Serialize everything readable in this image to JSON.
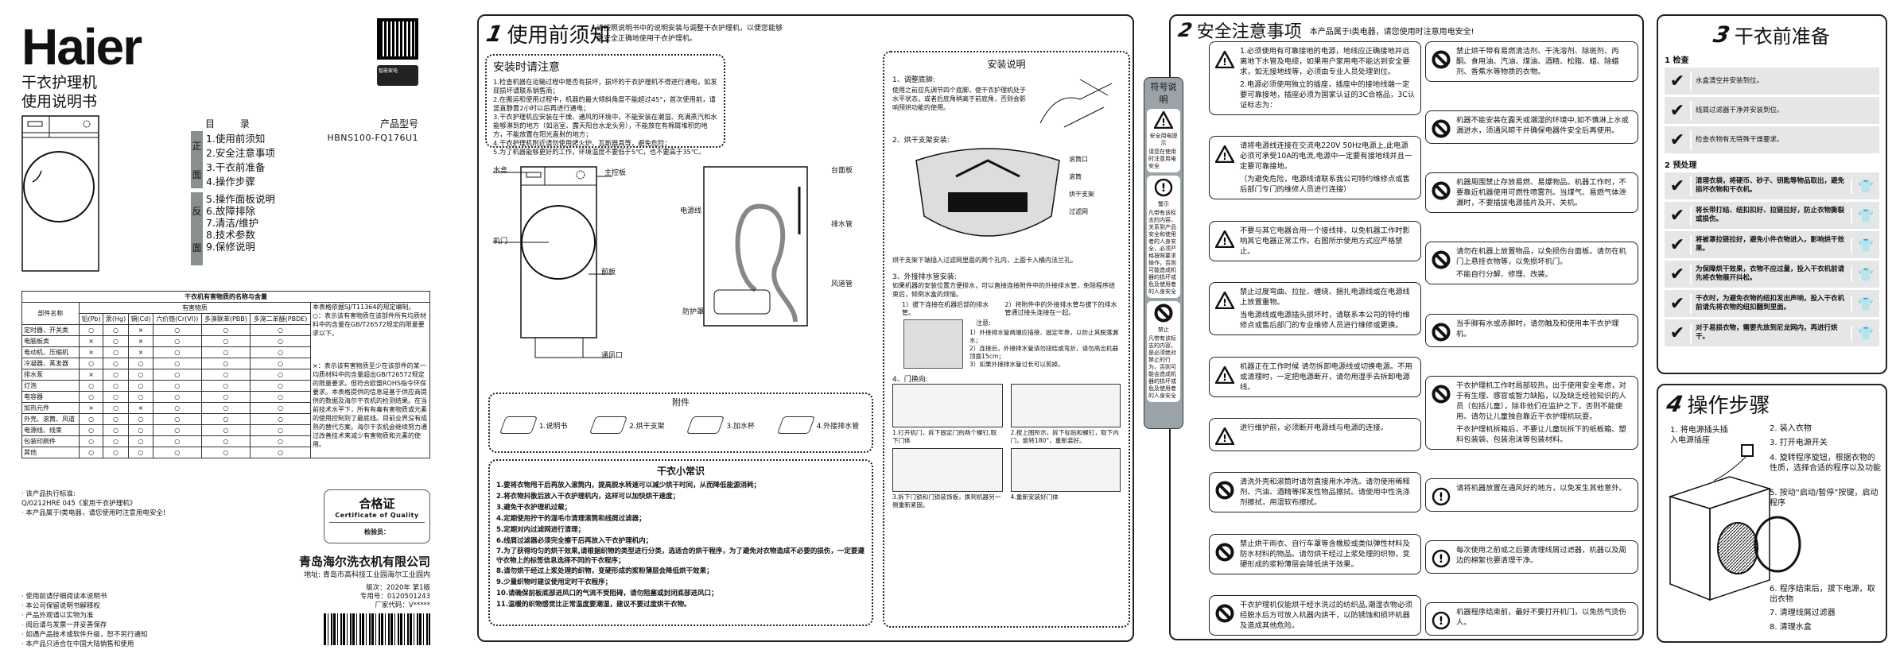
{
  "cover": {
    "logo": "Haier",
    "subtitle_1": "干衣护理机",
    "subtitle_2": "使用说明书",
    "qr_label": "智能家电",
    "toc_title": "目 录",
    "side_front": [
      "正",
      "面"
    ],
    "side_back": [
      "反",
      "面"
    ],
    "toc_items": [
      "1.使用前须知",
      "2.安全注意事项",
      "3.干衣前准备",
      "4.操作步骤",
      "5.操作面板说明",
      "6.故障排除",
      "7.清洁/维护",
      "8.技术参数",
      "9.保修说明"
    ],
    "model_label": "产品型号",
    "model": "HBNS100-FQ176U1"
  },
  "hazard_table": {
    "title": "干衣机有害物质的名称与含量",
    "part_header": "部件名称",
    "substance_header": "有害物质",
    "columns": [
      "铅(Pb)",
      "汞(Hg)",
      "镉(Cd)",
      "六价铬(Cr(VI))",
      "多溴联苯(PBB)",
      "多溴二苯醚(PBDE)"
    ],
    "rows": [
      {
        "part": "定时器、开关类",
        "v": [
          "○",
          "○",
          "×",
          "○",
          "○",
          "○"
        ]
      },
      {
        "part": "电脑板类",
        "v": [
          "×",
          "○",
          "×",
          "○",
          "○",
          "○"
        ]
      },
      {
        "part": "电动机、压缩机",
        "v": [
          "×",
          "○",
          "×",
          "○",
          "○",
          "○"
        ]
      },
      {
        "part": "冷凝器、蒸发器",
        "v": [
          "○",
          "○",
          "○",
          "○",
          "○",
          "○"
        ]
      },
      {
        "part": "排水泵",
        "v": [
          "×",
          "○",
          "○",
          "○",
          "○",
          "○"
        ]
      },
      {
        "part": "灯泡",
        "v": [
          "○",
          "○",
          "○",
          "○",
          "○",
          "○"
        ]
      },
      {
        "part": "电容器",
        "v": [
          "○",
          "○",
          "○",
          "○",
          "○",
          "○"
        ]
      },
      {
        "part": "加热元件",
        "v": [
          "×",
          "○",
          "×",
          "○",
          "○",
          "○"
        ]
      },
      {
        "part": "外壳、滚筒、风道",
        "v": [
          "○",
          "○",
          "○",
          "○",
          "○",
          "○"
        ]
      },
      {
        "part": "电源线、线束",
        "v": [
          "○",
          "○",
          "○",
          "○",
          "○",
          "○"
        ]
      },
      {
        "part": "包装印刷件",
        "v": [
          "○",
          "○",
          "○",
          "○",
          "○",
          "○"
        ]
      },
      {
        "part": "其他",
        "v": [
          "○",
          "○",
          "○",
          "○",
          "○",
          "○"
        ]
      }
    ],
    "note_1": "本表格依据SJ/T11364的规定编制。",
    "note_2": "○：表示该有害物质在该部件所有均质材料中的含量在GB/T26572规定的限量要求以下。",
    "note_3": "×：表示该有害物质至少在该部件的某一均质材料中的含量超出GB/T26572规定的限量要求。但符合欧盟ROHS指令环保要求。本表格提供的信息是基于供应商提供的数据及海尔干衣机的检测结果。在当前技术水平下，所有有毒有害物质或元素的使用控制到了最底线。目前业界没有成熟的替代方案。海尔干衣机会继续努力通过改善技术来减少有害物质和元素的使用。"
  },
  "cover_notes": {
    "standard_1": "· 该产品执行标准:",
    "standard_2": "Q/0212HRE 045《家用干衣护理机》",
    "class": "· 本产品属于I类电器，请您使用时注意用电安全!",
    "list": [
      "· 使用前请仔细阅读本说明书",
      "· 本公司保留说明书解释权",
      "· 产品外观请以实物为准",
      "· 阅后请与发票一并妥善保存",
      "· 如遇产品技术或软件升级，恕不另行通知",
      "· 本产品只适合在中国大陆销售和使用"
    ]
  },
  "certificate": {
    "title": "合格证",
    "subtitle": "Certificate of Quality",
    "inspector": "检验员："
  },
  "company": {
    "name": "青岛海尔洗衣机有限公司",
    "address": "地址: 青岛市高科技工业园海尔工业园内",
    "edition": "版次：2020年 第1版",
    "code": "专用号：0120501243",
    "factory": "厂家代码：V*****"
  },
  "section1": {
    "num": "1",
    "title": "使用前须知",
    "desc": "请按照说明书中的说明安装与调整干衣护理机，以便您能够更安全正确地使用干衣护理机。",
    "install_note_title": "安装时请注意",
    "install_notes": [
      "1.检查机器在运输过程中是否有损坏，损坏的干衣护理机不得进行通电，如发现损坏请联系销售商；",
      "2.在搬运和使用过程中，机器的最大倾斜角度不能超过45°，首次使用前，请竖直静置2小时以后再进行通电；",
      "3.干衣护理机应安装在干燥、通风的环境中，不能安装在潮湿、充满蒸汽和水能够淋到的地方（如浴室、露天阳台水龙头旁），不能放在有棉屑堆积的地方，不能放置在阳光直射的地方；",
      "4.干衣护理机附近请勿使用烤火炉、瓦斯器具等，避免危险；",
      "5.为了机器能够更好的工作，环境温度不要低于5℃，也不要高于35℃。"
    ],
    "front_labels": {
      "water_box": "水盒",
      "control": "主控板",
      "door": "机门",
      "front_panel": "前板",
      "vent": "通风口"
    },
    "back_labels": {
      "top": "台面板",
      "cord": "电源线",
      "drain": "排水管",
      "duct": "风道管",
      "guard": "防护罩"
    },
    "accessories_title": "附件",
    "accessories": [
      "1.说明书",
      "2.烘干支架",
      "3.加水杯",
      "4.外接排水管"
    ],
    "tips_title": "干衣小常识",
    "tips": [
      "1.要将衣物甩干后再放入滚筒内，提高脱水转速可以减少烘干时间，从而降低能源消耗；",
      "2.将衣物抖散后放入干衣护理机内，这样可以加快烘干速度；",
      "3.避免干衣护理机过载；",
      "4.定期使用拧干的湿毛巾清理滚筒和线屑过滤器；",
      "5.定期对内过滤网进行清理；",
      "6.线屑过滤器必须完全擦干后再放入干衣护理机内；",
      "7.为了获得均匀的烘干效果,请根据织物的类型进行分类，选适合的烘干程序，为了避免对衣物造成不必要的损伤，一定要遵守衣物上的标签信息选择不同的干衣程序；",
      "8.请勿烘干经过上浆处理的织物，变硬形成的浆粉薄层会降低烘干效果；",
      "9.少量织物时建议使用定时干衣程序；",
      "10.请确保前板底部进风口的气流不受阻碍，请勿阻塞或封闭底部进风口；",
      "11.温暖的织物感觉比正常温度要潮湿，建议不要过度烘干衣物。"
    ],
    "install_title": "安装说明",
    "step1_title": "1、调整底脚:",
    "step1_text": "使用之前应先调节四个底脚，使干衣护理机处于水平状态，或者后底角稍高于前底角，否则会影响预烘功能的使用。",
    "step2_title": "2、烘干支架安装:",
    "rack_labels": [
      "滚筒口",
      "滚筒",
      "烘干支架",
      "过滤网"
    ],
    "step2_text": "烘干支架下端插入过滤网里面的两个孔内，上面卡入桶内法兰孔。",
    "step3_title": "3、外接排水管安装:",
    "step3_text": "如果机器的安装位置方便排水，可以直接连接附件中的外接排水管，免除程序结束后，倾倒水盒的烦恼。",
    "step3_a": "1）拔下连接在机器后部的排水管。",
    "step3_b": "2）将附件中的外接排水管与拔下的排水管通过接头连接在一起。",
    "step3_note_title": "注意:",
    "step3_notes": [
      "1）外接排水管两端应插接、固定牢靠，以防止其脱落漏水；",
      "2）连接后，外接排水管请勿扭结或弯折，请勿高出机器顶面15cm；",
      "3）如果外接排水管过长可以剪掉。"
    ],
    "step4_title": "4、门换向:",
    "step4_items": [
      "1.打开机门，拆下固定门的两个螺钉,取下门体",
      "2.按上图所示，拆下标贴和螺钉，取下内门，旋转180°，重新装好。",
      "3.拆下门锁和门锁装饰板，换到机器另一侧重新紧固。",
      "4.重新安装好门体"
    ]
  },
  "section2": {
    "num": "2",
    "title": "安全注意事项",
    "desc": "本产品属于I类电器，请您使用时注意用电安全!",
    "legend_title": "符号说明",
    "legend": [
      {
        "icon": "warning",
        "name": "安全用电提示",
        "text": "请您在使用时注意用电安全"
      },
      {
        "icon": "caution",
        "name": "警示",
        "text": "凡带有该标志的内容，关系到产品安全和使用者的人身安全，必须严格按照要求操作，否则可能造成机器的损坏或危及使用者的人身安全"
      },
      {
        "icon": "prohibit",
        "name": "禁止",
        "text": "凡带有该标志的内容，是必须绝对禁止的行为，否则可能会造成机器的损坏或危及使用者的人身安全"
      }
    ],
    "left_cards": [
      {
        "icon": "warning",
        "text": [
          "1.必须使用有可靠接地的电源，地线应正确接地并远离地下水管及电缆，如果用户家用电不能达到安全要求，如无接地线等，必须由专业人员处理到位。",
          "2.电源必须使用独立的插座，插座中的接地线端一定要可靠接地，插座必须为国家认证的3C合格品，3C认证标志为："
        ]
      },
      {
        "icon": "warning",
        "text": [
          "请将电源线连接在交流电220V 50Hz电源上,此电源必须可承受10A的电流,电源中一定要有接地线并且一定要可靠接地。",
          "（为避免危险，电源线请联系我公司特约维修点或售后部门专门的维修人员进行连接）"
        ]
      },
      {
        "icon": "warning",
        "text": [
          "不要与其它电器合用一个接线排，以免机器工作时影响其它电器正常工作。右图所示使用方式应严格禁止。"
        ]
      },
      {
        "icon": "warning",
        "text": [
          "禁止过度弯曲、拉扯、缠绕、捆扎电源线或在电源线上放置重物。",
          "当电源线或电源插头损坏时，请联系本公司的特约维修点或售后部门的专业维修人员进行维修或更换。"
        ]
      },
      {
        "icon": "warning",
        "text": [
          "机器正在工作时候 请勿拆卸电源线或切换电源。不用或清理时，一定把电源断开，请勿用湿手去拆卸电源线。"
        ]
      },
      {
        "icon": "warning",
        "text": [
          "进行维护前，必须断开电源线与电源的连接。"
        ]
      },
      {
        "icon": "prohibit",
        "text": [
          "清洗外壳和滚筒时请勿直接用水冲洗。请勿使用稀释剂、汽油、酒精等挥发性物品擦拭。请使用中性洗涤剂擦拭，用湿软布擦拭。"
        ]
      },
      {
        "icon": "prohibit",
        "text": [
          "禁止烘干雨衣、自行车罩等含橡胶或类似弹性材料及防水材料的物品。请勿烘干经过上浆处理的织物，变硬形成的浆粉薄层会降低烘干效果。"
        ]
      },
      {
        "icon": "prohibit",
        "text": [
          "干衣护理机仅能烘干经水洗过的纺织品,潮湿衣物必须经脱水后方可放入机器内烘干，以防锈蚀和损坏机器及造成其他危险。"
        ]
      }
    ],
    "right_cards": [
      {
        "icon": "prohibit",
        "text": [
          "禁止烘干带有易燃清洁剂、干洗溶剂、除斑剂、丙酮、食用油、汽油、煤油、酒精、松脂、蜡、除蜡剂、香蕉水等物质的衣物。"
        ]
      },
      {
        "icon": "prohibit",
        "text": [
          "机器不能安装在露天或潮湿的环境中,如不慎淋上水或漏进水，须通风晾干并确保电器件安全后再使用。"
        ]
      },
      {
        "icon": "prohibit",
        "text": [
          "机器周围禁止存放易燃、易爆物品。机器工作时，不要靠近机器使用可燃性喷雾剂。当煤气、易燃气体泄漏时，不要插拔电源插片及开、关机。"
        ]
      },
      {
        "icon": "prohibit",
        "text": [
          "请勿在机器上放置物品，以免损伤台面板。请勿在机门上悬挂衣物等，以免损坏机门。",
          "不能自行分解、修理、改装。"
        ]
      },
      {
        "icon": "prohibit",
        "text": [
          "当手脚有水或赤脚时，请勿触及和使用本干衣护理机。"
        ]
      },
      {
        "icon": "prohibit",
        "text": [
          "干衣护理机工作时局部较热，出于使用安全考虑，对于有生理、感官或智力缺陷，以及缺乏经验知识的人员（包括儿童），除非他们在监护之下，否则不能使用。请勿让儿童独自靠近干衣护理机玩耍。",
          "干衣护理机拆箱后，不要让儿童玩拆下的纸板箱、塑料包装袋、包装泡沫等包装材料。"
        ]
      },
      {
        "icon": "caution",
        "text": [
          "请将机器放置在通风好的地方，以免发生其他意外。"
        ]
      },
      {
        "icon": "caution",
        "text": [
          "每次使用之前或之后要清理线屑过滤器，机器以及周边的棉絮也要清理干净。"
        ]
      },
      {
        "icon": "caution",
        "text": [
          "机器程序结束前，最好不要打开机门，以免热气烫伤人。"
        ]
      }
    ]
  },
  "section3": {
    "num": "3",
    "title": "干衣前准备",
    "check_title": "1 检查",
    "checks": [
      "水盒清空并安装到位。",
      "线屑过滤器干净并安装到位。",
      "检查衣物有无特殊干燥要求。"
    ],
    "pre_title": "2 预处理",
    "pre": [
      "清理衣袋，将硬币、砂子、钥匙等物品取出，避免损坏衣物和干衣机。",
      "将长带打结、纽扣扣好、拉链拉好，防止衣物撕裂或损伤。",
      "将被罩拉链拉好，避免小件衣物进入，影响烘干效果。",
      "为保障烘干效果，衣物不应过量，投入干衣机前请先将衣物展开抖松。",
      "干衣时，为避免衣物的纽扣发出声响，投入干衣机前请先将衣物的纽扣翻到里面。",
      "对于易损衣物，需要先放到尼龙网内，再进行烘干。"
    ]
  },
  "section4": {
    "num": "4",
    "title": "操作步骤",
    "steps": [
      "1. 将电源插头插入电源插座",
      "2. 装入衣物",
      "3. 打开电源开关",
      "4. 旋转程序旋钮，根据衣物的性质，选择合适的程序以及功能",
      "5. 按动“启动/暂停”按键，启动程序",
      "6. 程序结束后，拔下电源，取出衣物",
      "7. 清理线屑过滤器",
      "8. 清理水盒"
    ]
  }
}
